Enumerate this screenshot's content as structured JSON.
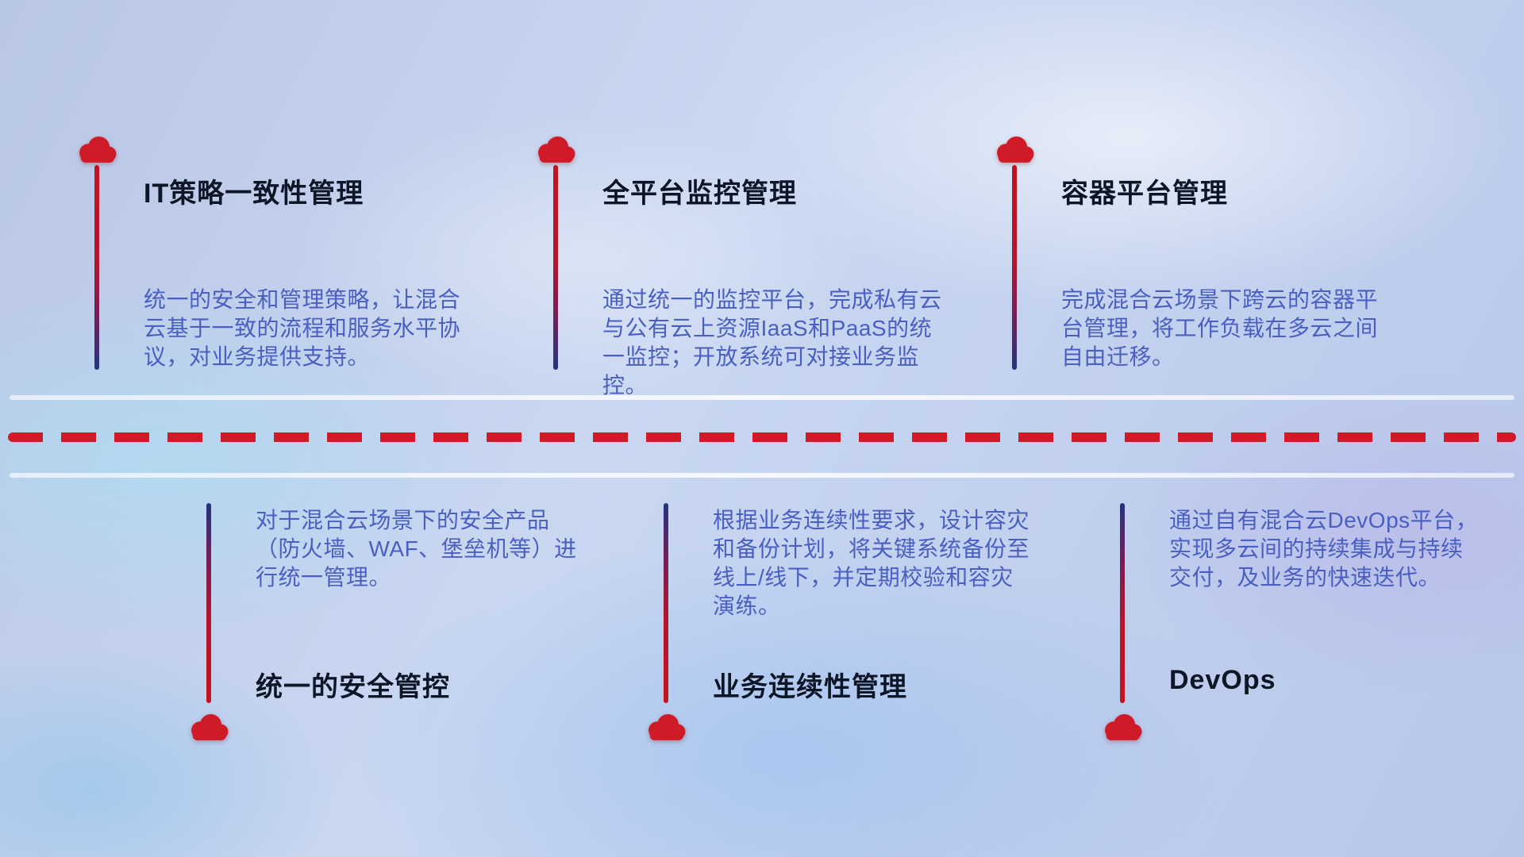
{
  "colors": {
    "accent_red": "#cf1b28",
    "line_blue": "#23357e",
    "title_text": "#0d1626",
    "body_text": "#4a5fc0"
  },
  "top_items": [
    {
      "title": "IT策略一致性管理",
      "description": "统一的安全和管理策略，让混合\n云基于一致的流程和服务水平协\n议，对业务提供支持。"
    },
    {
      "title": "全平台监控管理",
      "description": "通过统一的监控平台，完成私有云\n与公有云上资源IaaS和PaaS的统\n一监控；开放系统可对接业务监控。"
    },
    {
      "title": "容器平台管理",
      "description": "完成混合云场景下跨云的容器平\n台管理，将工作负载在多云之间\n自由迁移。"
    }
  ],
  "bottom_items": [
    {
      "title": "统一的安全管控",
      "description": "对于混合云场景下的安全产品\n（防火墙、WAF、堡垒机等）进\n行统一管理。"
    },
    {
      "title": "业务连续性管理",
      "description": "根据业务连续性要求，设计容灾\n和备份计划，将关键系统备份至\n线上/线下，并定期校验和容灾\n演练。"
    },
    {
      "title": "DevOps",
      "description": "通过自有混合云DevOps平台，\n实现多云间的持续集成与持续\n交付，及业务的快速迭代。"
    }
  ]
}
